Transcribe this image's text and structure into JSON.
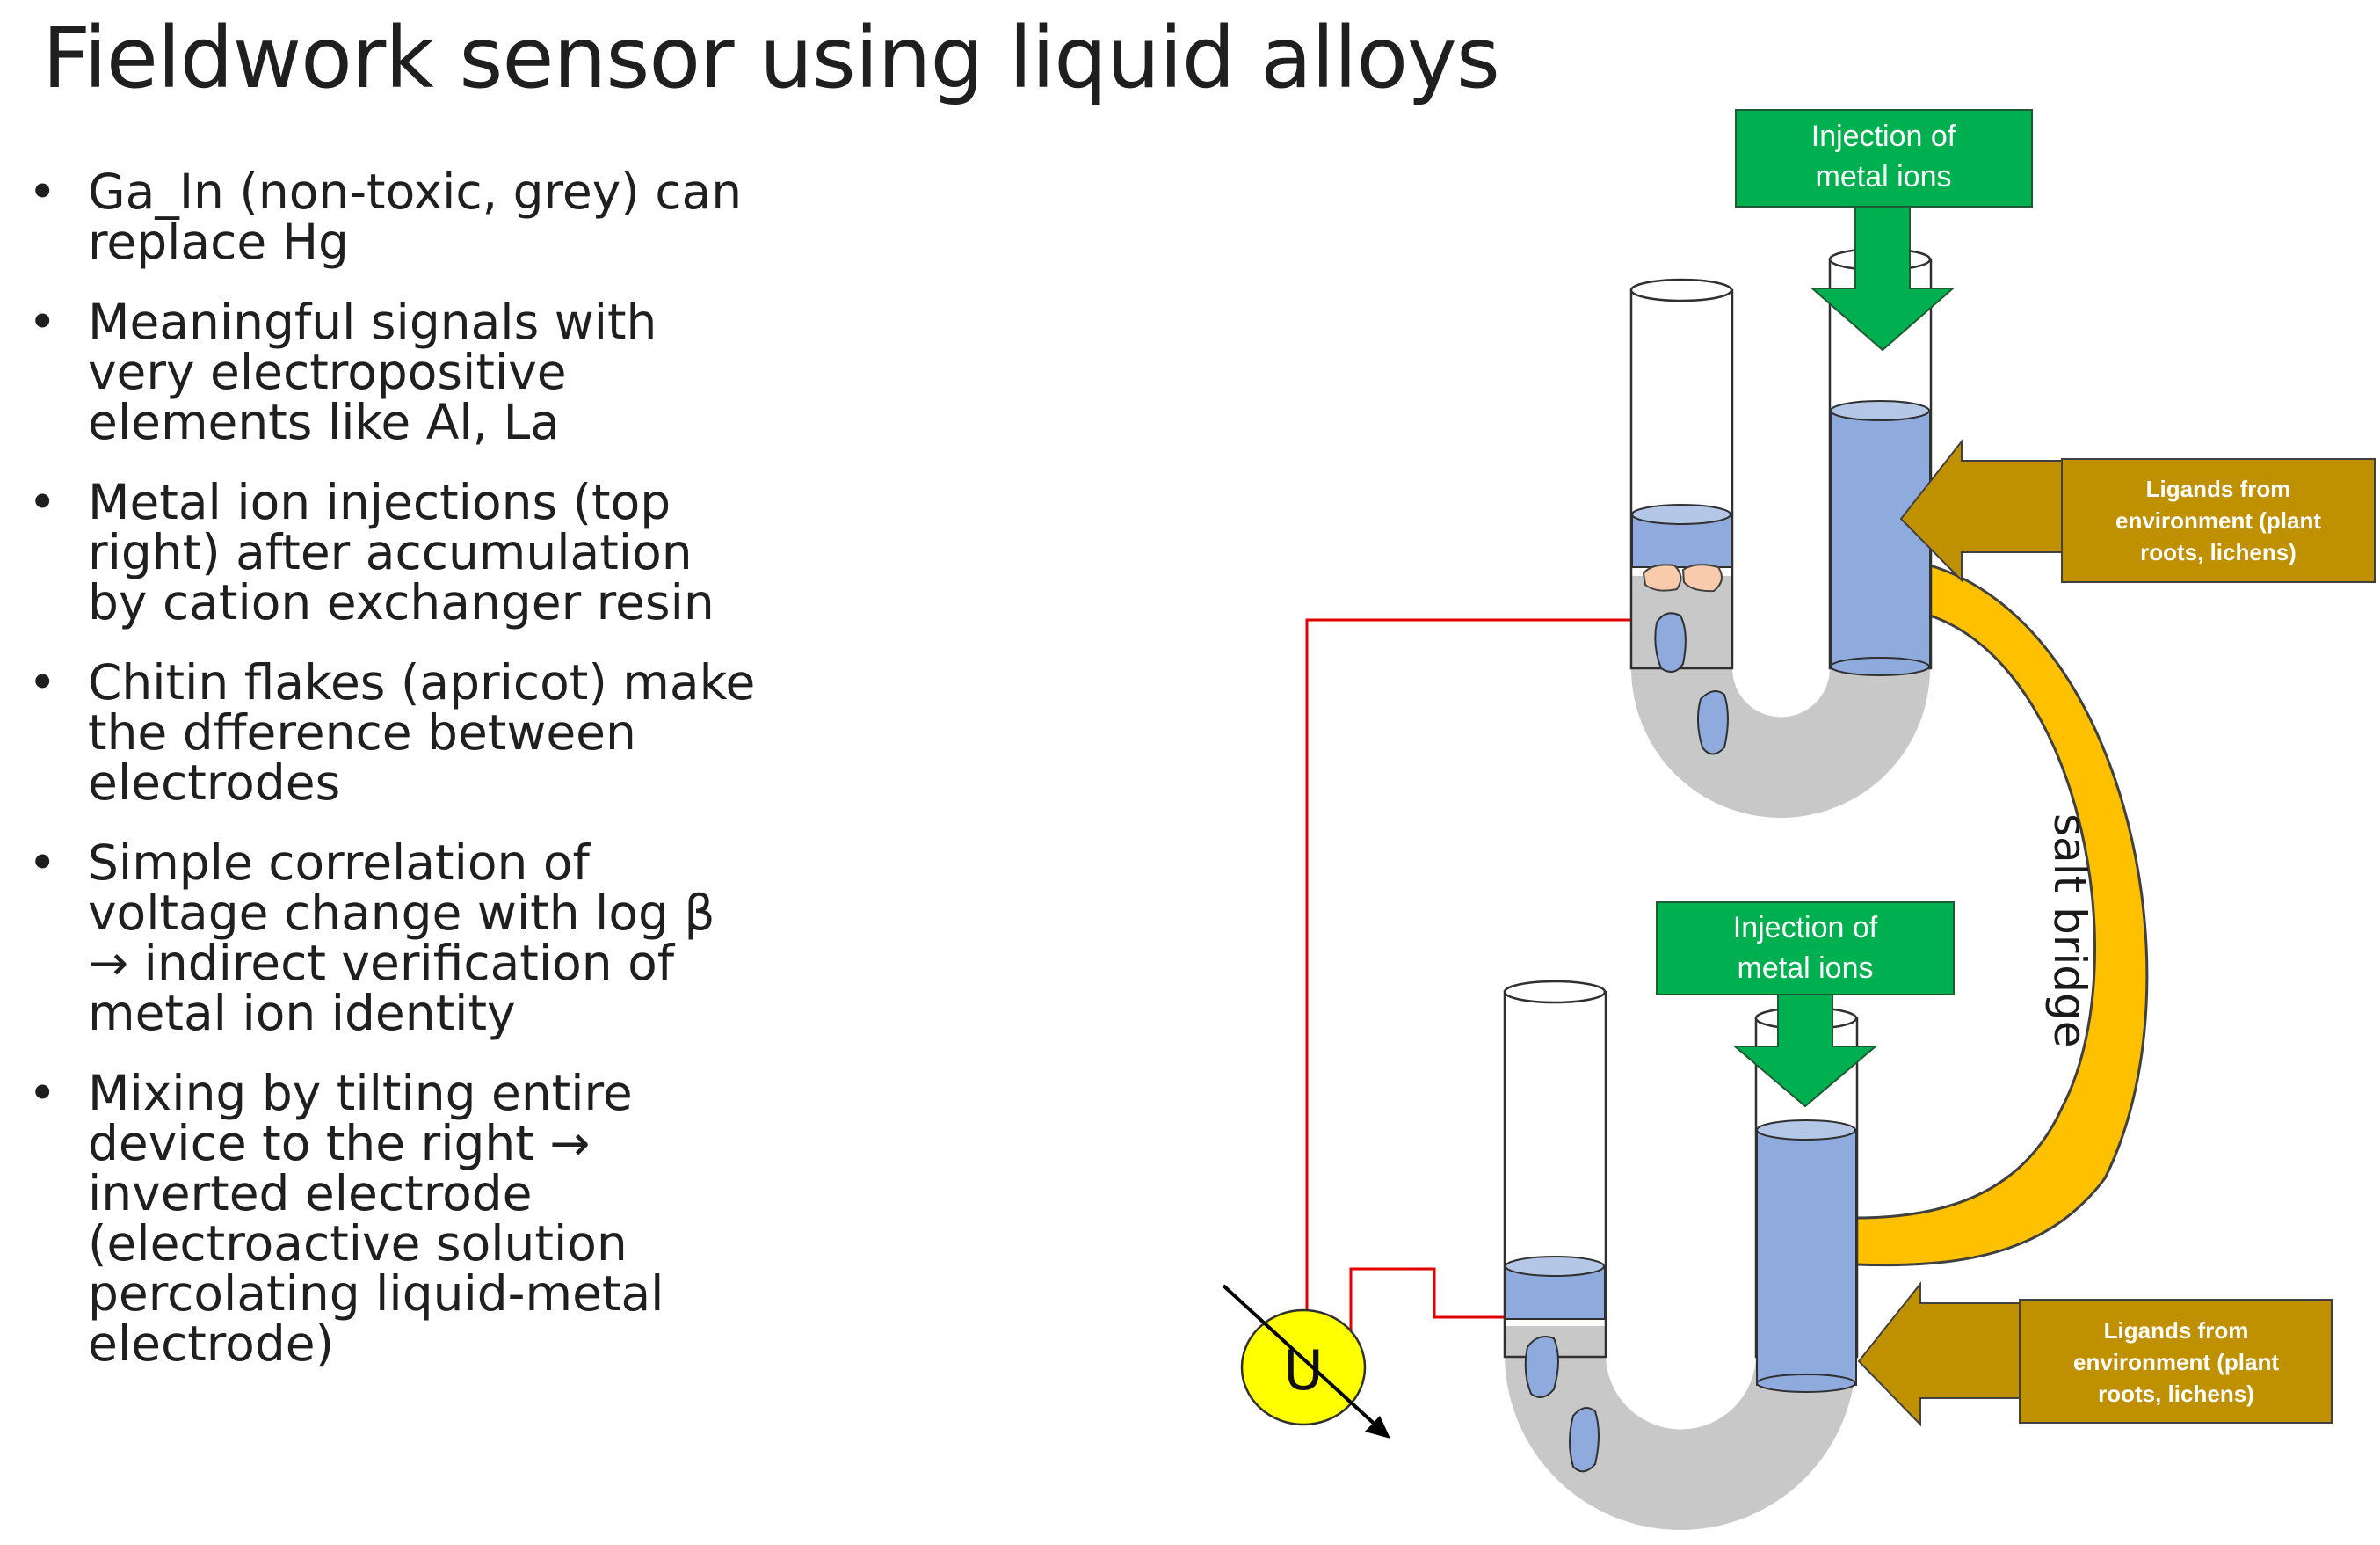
{
  "title": "Fieldwork sensor using liquid alloys",
  "bullets": [
    {
      "lines": [
        "Ga_In (non-toxic, grey) can",
        "replace Hg"
      ]
    },
    {
      "lines": [
        "Meaningful signals with",
        "very electropositive",
        "elements like Al, La"
      ]
    },
    {
      "lines": [
        "Metal ion injections (top",
        "right) after accumulation",
        "by cation exchanger resin"
      ]
    },
    {
      "lines": [
        "Chitin flakes (apricot) make",
        "the dfference between",
        "electrodes"
      ]
    },
    {
      "lines": [
        "Simple correlation of",
        "voltage change with log β",
        "→ indirect verification of",
        "metal ion identity"
      ]
    },
    {
      "lines": [
        "Mixing by tilting entire",
        "device to the right →",
        "inverted electrode",
        "(electroactive solution",
        "percolating liquid-metal",
        "electrode)"
      ]
    }
  ],
  "bullet_symbol": "•",
  "diagram": {
    "injection_top": {
      "line1": "Injection of",
      "line2": "metal ions"
    },
    "injection_bottom": {
      "line1": "Injection of",
      "line2": "metal ions"
    },
    "ligands_top": {
      "line1": "Ligands from",
      "line2": "environment (plant",
      "line3": "roots, lichens)"
    },
    "ligands_bottom": {
      "line1": "Ligands from",
      "line2": "environment (plant",
      "line3": "roots, lichens)"
    },
    "salt_bridge_label": "salt bridge",
    "voltmeter_label": "U"
  },
  "colors": {
    "injection_green": "#00b050",
    "ligand_gold": "#bf9000",
    "salt_bridge_yellow": "#ffc000",
    "solution_blue": "#8faadc",
    "alloy_grey": "#c8c8c8",
    "chitin_apricot": "#f8cbad",
    "wire_red": "#e00000",
    "voltmeter_yellow": "#ffff00"
  },
  "icons": [
    "voltmeter-icon",
    "down-arrow-icon",
    "left-arrow-icon"
  ]
}
